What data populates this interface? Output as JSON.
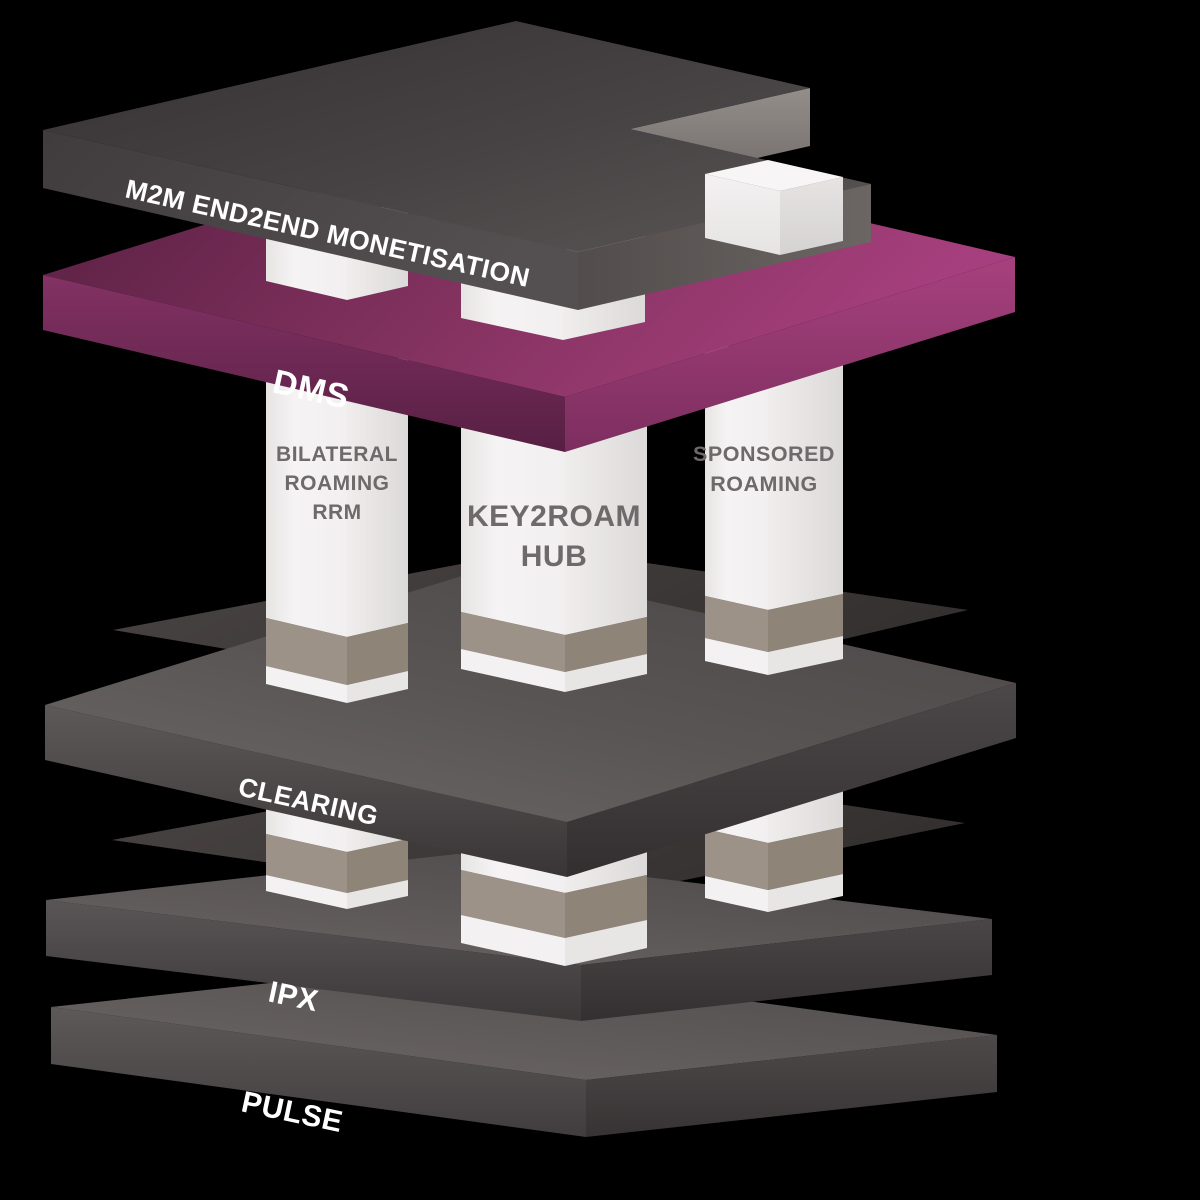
{
  "diagram": {
    "layers": {
      "m2m": "M2M END2END MONETISATION",
      "dms": "DMS",
      "clearing": "CLEARING",
      "ipx": "IPX",
      "pulse": "PULSE"
    },
    "pillars": [
      {
        "id": "bilateral-roaming-rrm",
        "lines": [
          "BILATERAL",
          "ROAMING",
          "RRM"
        ]
      },
      {
        "id": "key2roam-hub",
        "lines": [
          "KEY2ROAM",
          "HUB"
        ]
      },
      {
        "id": "sponsored-roaming",
        "lines": [
          "SPONSORED",
          "ROAMING"
        ]
      }
    ],
    "colors": {
      "background": "#000000",
      "slab_dark_gray": "#4A4546",
      "slab_gray_light": "#6B6565",
      "dms_purple": "#A33E7B",
      "dms_purple_dark": "#5C2347",
      "pillar_white": "#F2F0F0",
      "pillar_shadow_taupe": "#9C9288",
      "layer_label_color": "#FFFFFF",
      "pillar_label_color": "#6E696B"
    }
  }
}
